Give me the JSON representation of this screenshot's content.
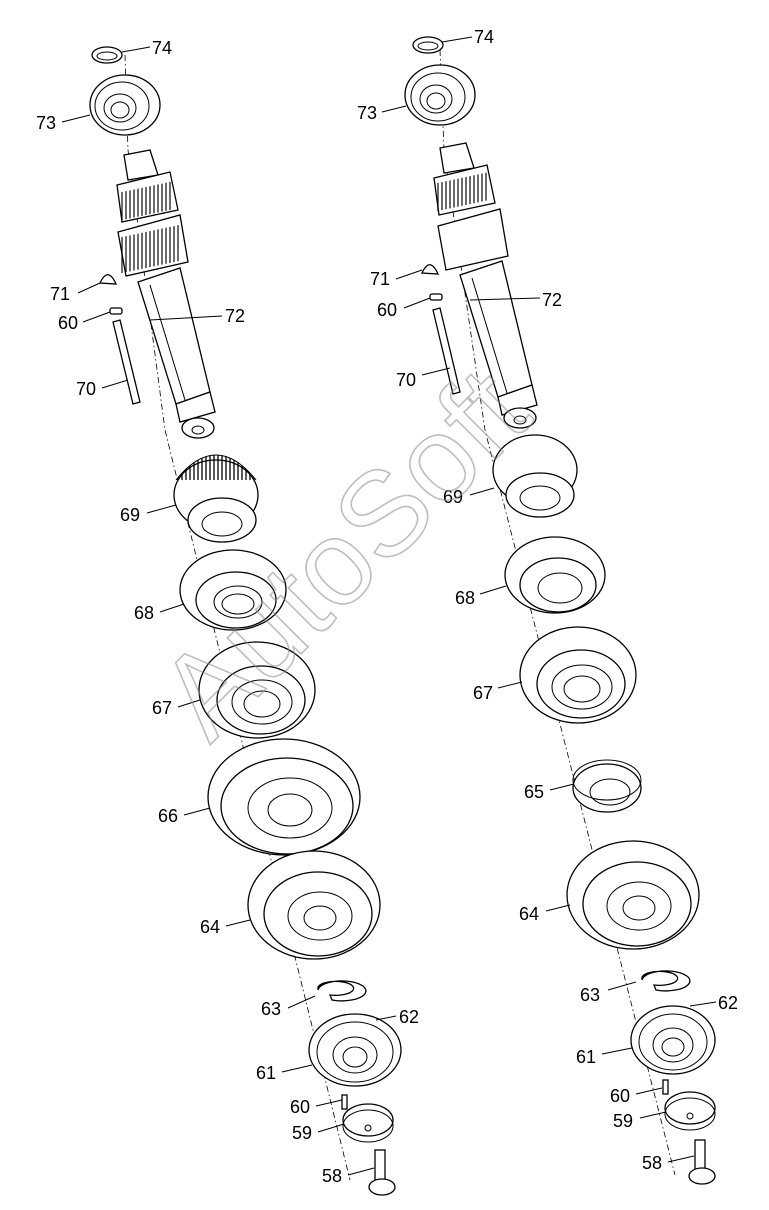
{
  "watermark": "AutoSoft",
  "left_assembly": {
    "callouts": [
      "74",
      "73",
      "71",
      "60",
      "72",
      "70",
      "69",
      "68",
      "67",
      "66",
      "64",
      "63",
      "62",
      "61",
      "60",
      "59",
      "58"
    ]
  },
  "right_assembly": {
    "callouts": [
      "74",
      "73",
      "71",
      "60",
      "72",
      "70",
      "69",
      "68",
      "67",
      "65",
      "64",
      "63",
      "62",
      "61",
      "60",
      "59",
      "58"
    ]
  }
}
